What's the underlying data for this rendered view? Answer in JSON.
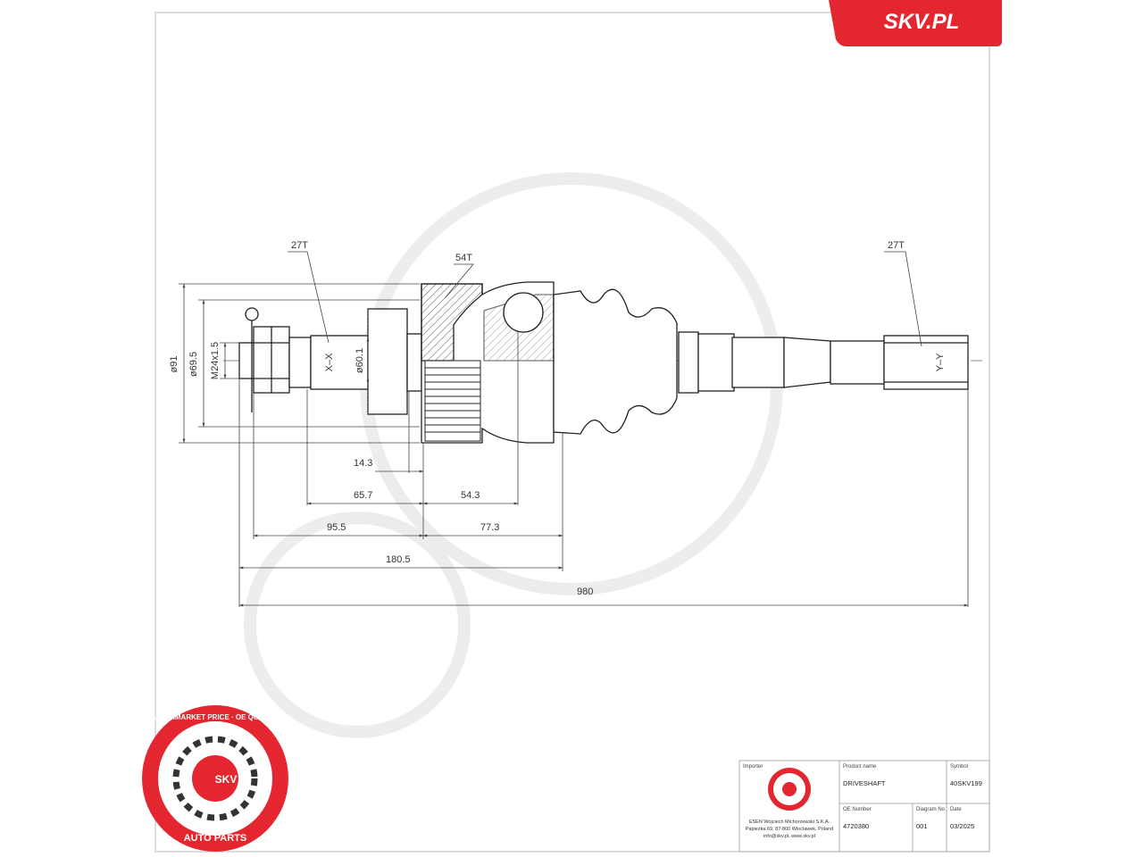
{
  "brand": {
    "site": "SKV.PL",
    "accent_color": "#e3262f"
  },
  "badge": {
    "ring_text": "AFTERMARKET PRICE · OE QUALITY",
    "center": "SKV",
    "bottom": "AUTO PARTS",
    "ring_color": "#e3262f"
  },
  "drawing": {
    "splines_outer": "27T",
    "splines_ring": "54T",
    "splines_inner": "27T",
    "section_left": "X–X",
    "section_right": "Y–Y",
    "dims": {
      "d91": "ø91",
      "d69_5": "ø69.5",
      "thread": "M24x1.5",
      "d60_1": "ø60.1",
      "l14_3": "14.3",
      "l65_7": "65.7",
      "l54_3": "54.3",
      "l95_5": "95.5",
      "l77_3": "77.3",
      "l180_5": "180.5",
      "l980": "980"
    }
  },
  "title_block": {
    "importer_label": "Importer",
    "importer_lines": [
      "ESEN Wojciech Michorzewski S.K.A.",
      "Papiezka 69, 87-800 Wloclawek, Poland",
      "info@skv.pl, www.skv.pl"
    ],
    "product_label": "Product name",
    "product_value": "DRIVESHAFT",
    "symbol_label": "Symbol",
    "symbol_value": "40SKV199",
    "oe_label": "OE Number",
    "oe_value": "4720380",
    "diagram_label": "Diagram No",
    "diagram_value": "001",
    "date_label": "Date",
    "date_value": "03/2025"
  }
}
